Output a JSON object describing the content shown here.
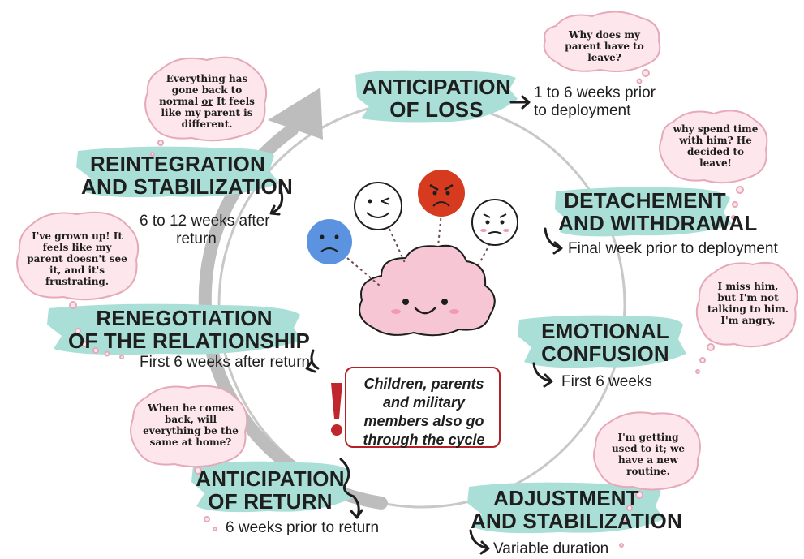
{
  "note": {
    "text": "Children, parents and military members also go through the cycle",
    "border_color": "#b42026"
  },
  "colors": {
    "brush": "#a9dfd6",
    "cycle": "#c8c8c8",
    "bubble_fill": "#fde6ec",
    "bubble_stroke": "#e6a9b9",
    "cloud": "#f7c6d5"
  },
  "stages": [
    {
      "id": "anticipation-of-loss",
      "title": "ANTICIPATION\nOF LOSS",
      "timing": "1 to 6 weeks prior\nto deployment",
      "bubble": "Why does my parent have to leave?"
    },
    {
      "id": "detachment-and-withdrawal",
      "title": "DETACHEMENT\nAND WITHDRAWAL",
      "timing": "Final week prior to deployment",
      "bubble": "why spend time with him? He decided to leave!"
    },
    {
      "id": "emotional-confusion",
      "title": "EMOTIONAL\nCONFUSION",
      "timing": "First 6 weeks",
      "bubble": "I miss him, but I'm not talking to him. I'm angry."
    },
    {
      "id": "adjustment-and-stabilization",
      "title": "ADJUSTMENT\nAND STABILIZATION",
      "timing": "Variable duration",
      "bubble": "I'm getting used to it; we have a new routine."
    },
    {
      "id": "anticipation-of-return",
      "title": "ANTICIPATION\nOF RETURN",
      "timing": "6 weeks prior to return",
      "bubble": "When he comes back, will everything be the same at home?"
    },
    {
      "id": "renegotiation-of-the-relationship",
      "title": "RENEGOTIATION\nOF THE RELATIONSHIP",
      "timing": "First 6 weeks after return",
      "bubble": "I've grown up! It feels like my parent doesn't see it, and it's frustrating."
    },
    {
      "id": "reintegration-and-stabilization",
      "title": "REINTEGRATION\nAND STABILIZATION",
      "timing": "6 to 12 weeks after\nreturn",
      "bubble_before": "Everything has gone back to normal ",
      "bubble_or": "or",
      "bubble_after": " It feels like my parent is different."
    }
  ],
  "faces": [
    {
      "id": "sad-face",
      "color": "#5b93e0"
    },
    {
      "id": "winking-face",
      "color": "#ffffff"
    },
    {
      "id": "angry-face",
      "color": "#d63a1f"
    },
    {
      "id": "worried-face",
      "color": "#ffffff"
    }
  ]
}
